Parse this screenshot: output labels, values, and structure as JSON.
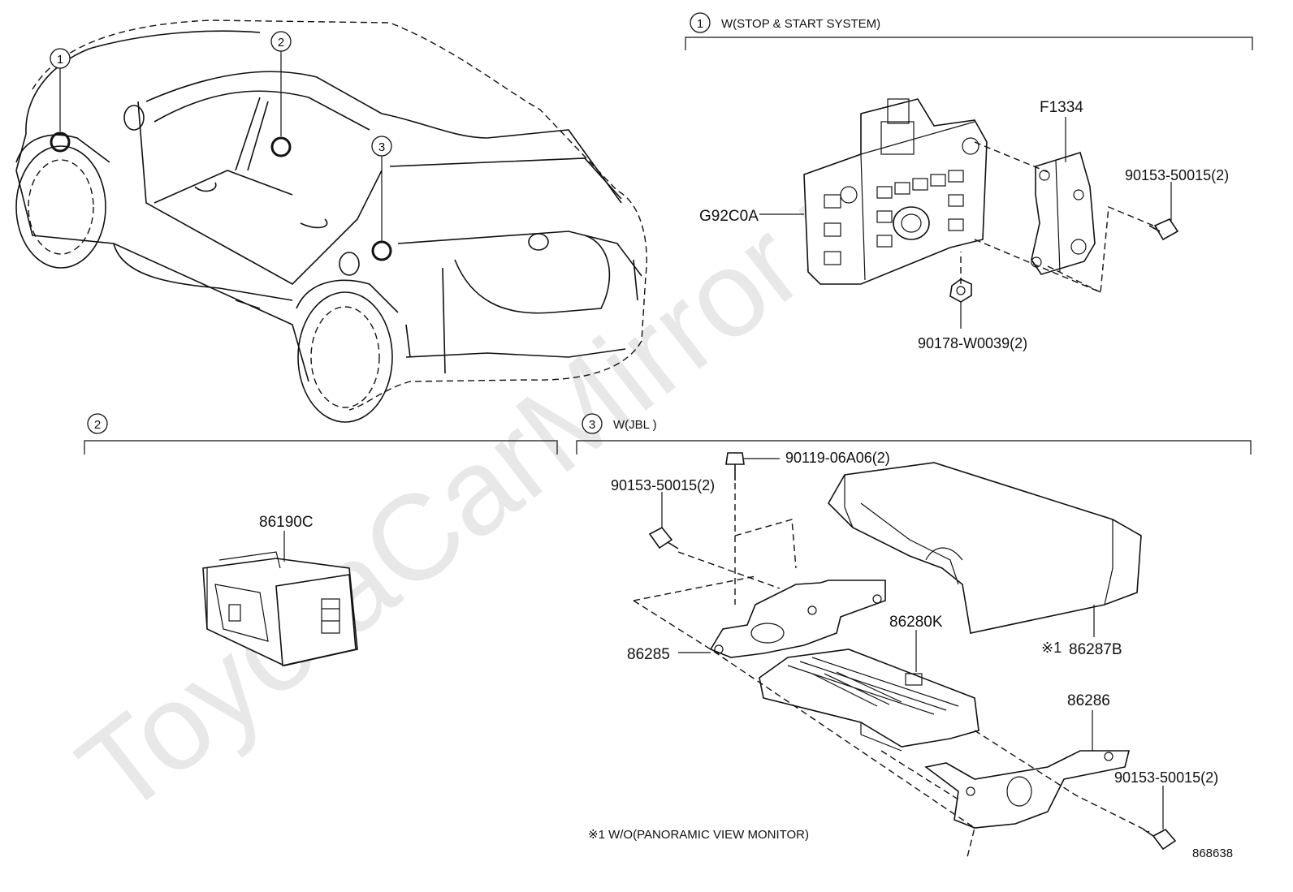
{
  "watermark": "ToyotaCarMirror.ru",
  "sections": [
    {
      "num": "1",
      "title": "W(STOP & START SYSTEM)"
    },
    {
      "num": "2",
      "title": ""
    },
    {
      "num": "3",
      "title": "W(JBL )"
    }
  ],
  "vehicle_callouts": [
    "1",
    "2",
    "3"
  ],
  "parts": {
    "f1334": "F1334",
    "g92c0a": "G92C0A",
    "bolt_90153_top": "90153-50015(2)",
    "nut_90178": "90178-W0039(2)",
    "switch_86190c": "86190C",
    "bolt_90119": "90119-06A06(2)",
    "bolt_90153_mid": "90153-50015(2)",
    "bracket_86285": "86285",
    "amp_86280k": "86280K",
    "cover_86287b": "86287B",
    "cover_mark": "※1",
    "bracket_86286": "86286",
    "bolt_90153_bottom": "90153-50015(2)"
  },
  "footnote": "※1 W/O(PANORAMIC VIEW MONITOR)",
  "diagram_code": "868638"
}
